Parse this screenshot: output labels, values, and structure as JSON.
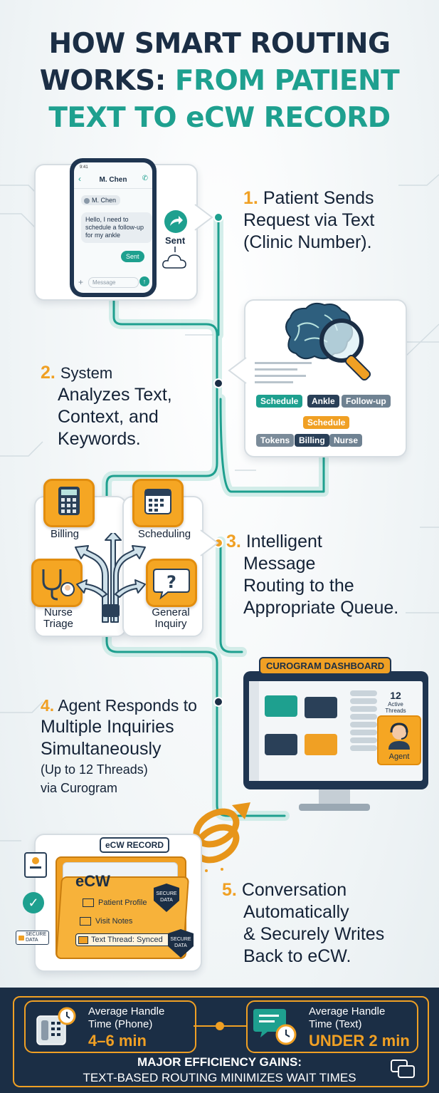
{
  "title": {
    "line1": "HOW SMART ROUTING",
    "line2_dark": "WORKS: ",
    "line2_teal": "FROM PATIENT",
    "line3": "TEXT TO eCW RECORD"
  },
  "phone": {
    "time": "9:41",
    "contact": "M. Chen",
    "sender_chip": "M. Chen",
    "message": "Hello, I need to schedule a follow-up for my ankle",
    "sent_bubble": "Sent",
    "input_placeholder": "Message",
    "sent_label": "Sent"
  },
  "steps": {
    "s1_num": "1.",
    "s1_text": "Patient Sends Request via Text (Clinic Number).",
    "s2_num": "2.",
    "s2_line1": "System",
    "s2_line2": "Analyzes Text,",
    "s2_line3": "Context, and",
    "s2_line4": "Keywords.",
    "s3_num": "3.",
    "s3_line1": "Intelligent",
    "s3_line2": "Message",
    "s3_line3": "Routing to the",
    "s3_line4": "Appropriate Queue.",
    "s4_num": "4.",
    "s4_line1": "Agent Responds to",
    "s4_line2": "Multiple Inquiries",
    "s4_line3": "Simultaneously",
    "s4_line4": "(Up to 12 Threads)",
    "s4_line5": "via Curogram",
    "s5_num": "5.",
    "s5_line1": "Conversation",
    "s5_line2": "Automatically",
    "s5_line3": "& Securely Writes",
    "s5_line4": "Back to eCW."
  },
  "analysis_tags": {
    "row1": [
      "Schedule",
      "Ankle",
      "Follow-up"
    ],
    "row2": [
      "Schedule"
    ],
    "row3": [
      "Tokens",
      "Billing",
      "Nurse"
    ]
  },
  "queues": {
    "billing": "Billing",
    "scheduling": "Scheduling",
    "nurse_triage_1": "Nurse",
    "nurse_triage_2": "Triage",
    "general_1": "General",
    "general_2": "Inquiry"
  },
  "dashboard": {
    "title": "CUROGRAM DASHBOARD",
    "active_count": "12",
    "active_label_1": "Active",
    "active_label_2": "Threads",
    "agent_label": "Agent"
  },
  "ecw": {
    "record_tab": "eCW RECORD",
    "brand": "eCW",
    "item1": "Patient Profile",
    "item2": "Visit Notes",
    "item3": "Text Thread: Synced",
    "secure1_a": "SECURE",
    "secure1_b": "DATA",
    "secure2_a": "SECURE",
    "secure2_b": "DATA",
    "secure3_a": "SECURE",
    "secure3_b": "DATA"
  },
  "stats": {
    "phone_label_1": "Average Handle",
    "phone_label_2": "Time (Phone)",
    "phone_value": "4–6 min",
    "text_label_1": "Average Handle",
    "text_label_2": "Time (Text)",
    "text_value": "UNDER 2 min",
    "footer_1": "MAJOR EFFICIENCY GAINS:",
    "footer_2": "TEXT-BASED ROUTING MINIMIZES WAIT TIMES"
  },
  "colors": {
    "navy": "#1b2e45",
    "teal": "#1ea08f",
    "orange": "#f0a024"
  }
}
